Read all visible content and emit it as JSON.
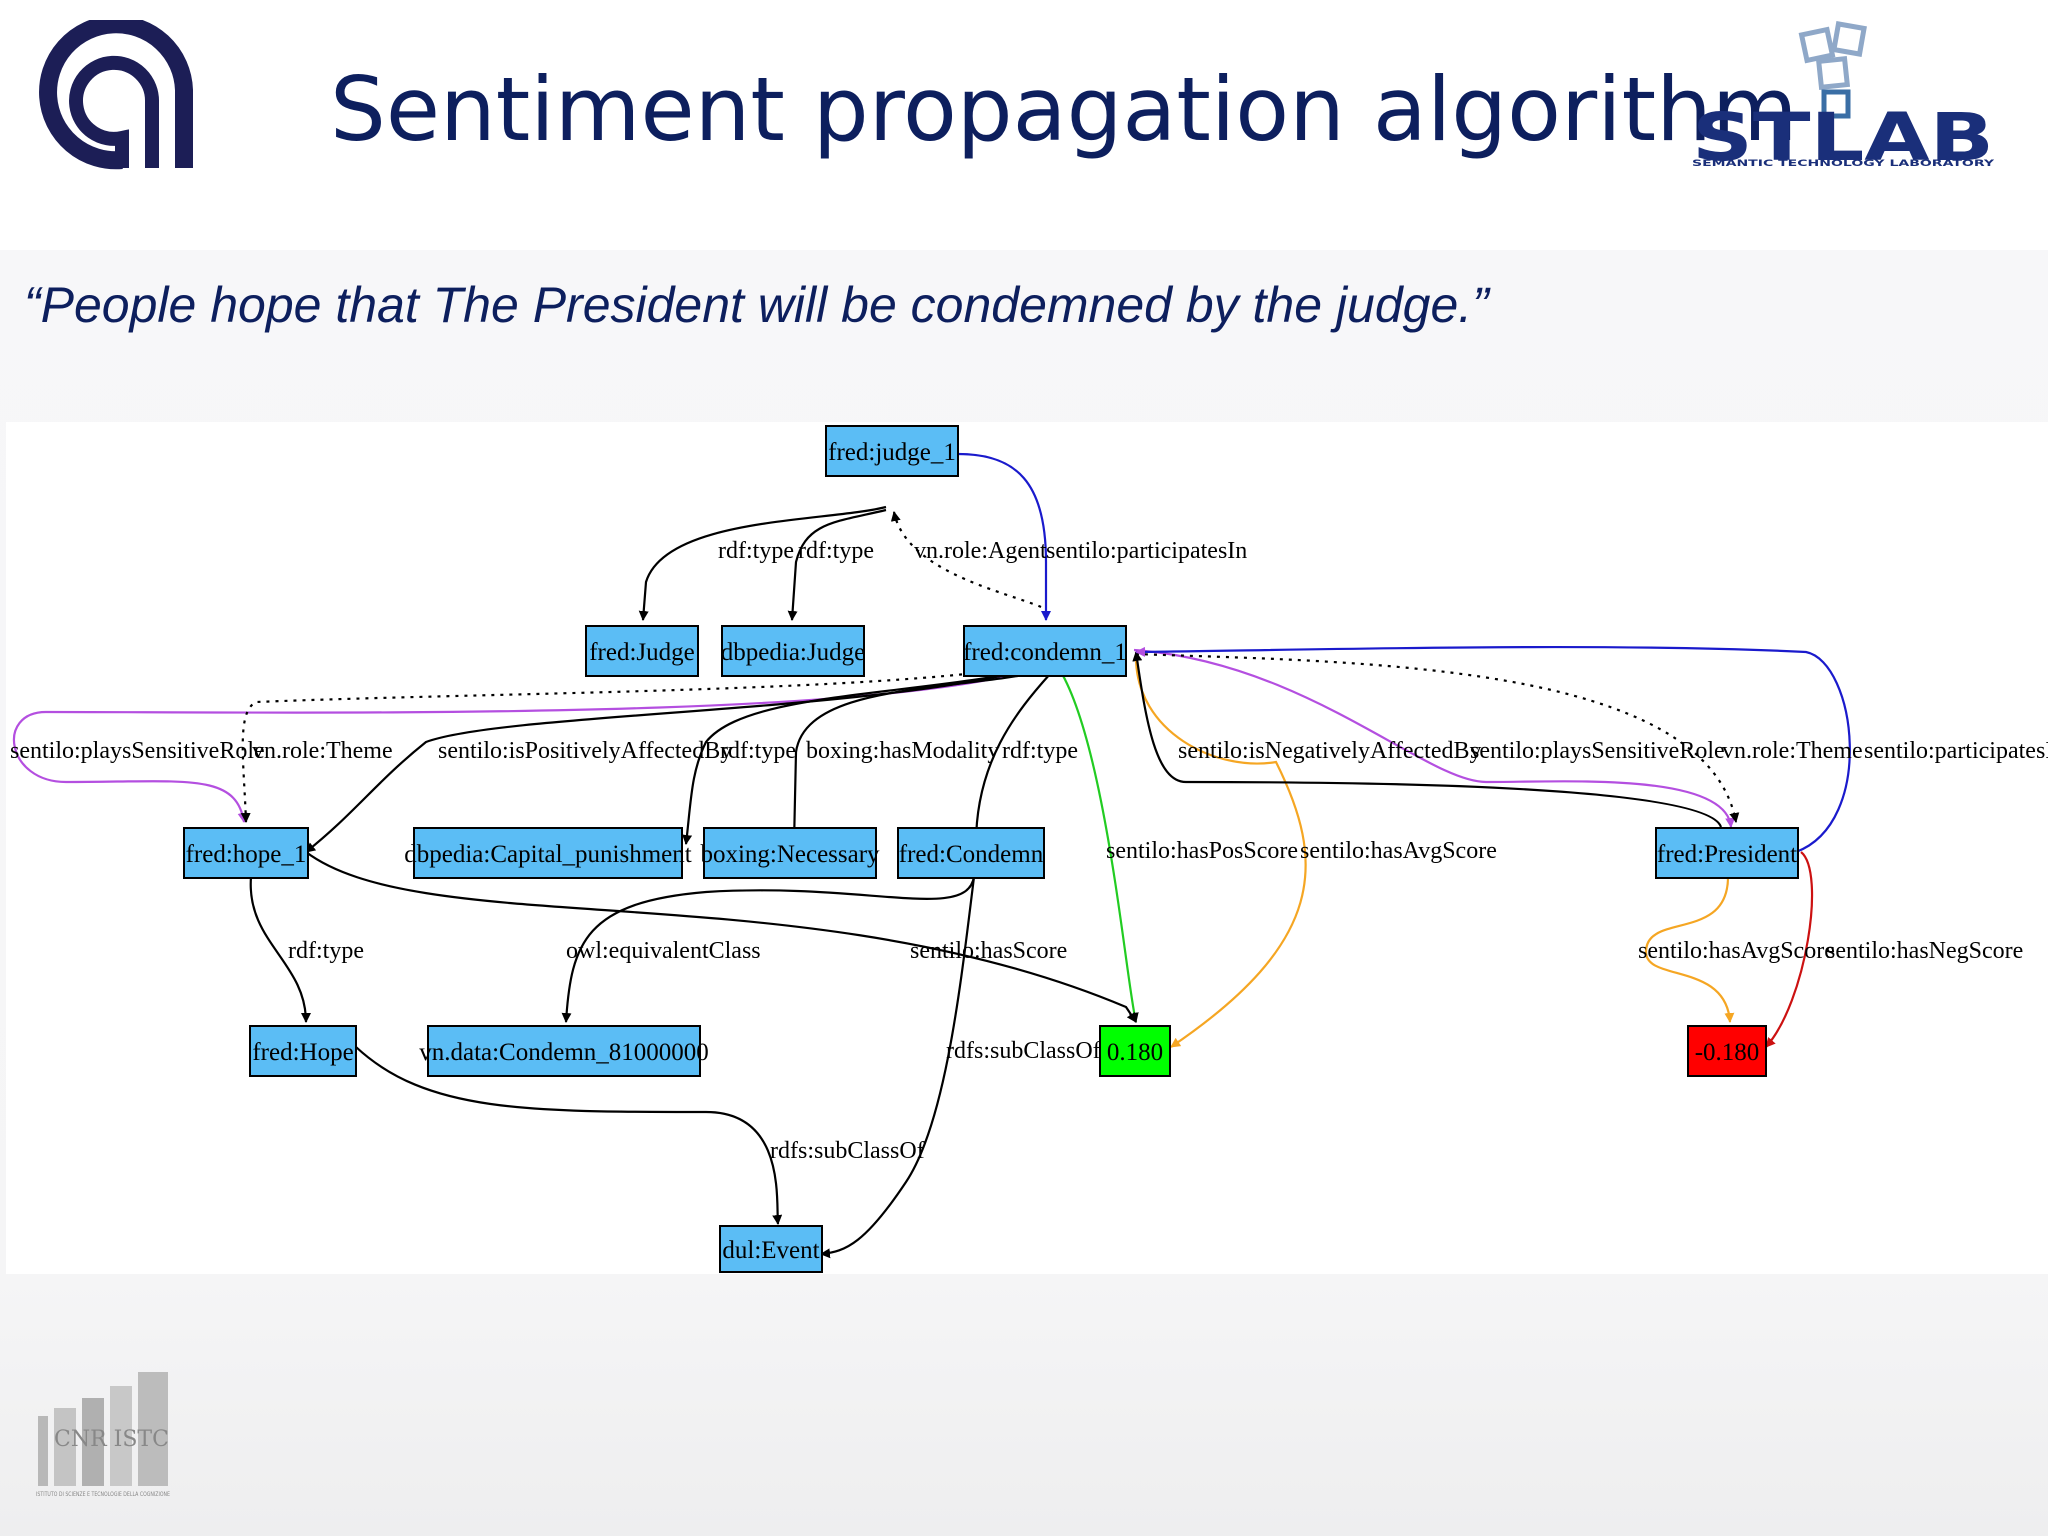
{
  "slide": {
    "title": "Sentiment propagation algorithm",
    "quote": "“People hope that The President will be condemned by the judge.”"
  },
  "logos": {
    "stlab_name": "STLAB",
    "stlab_subtitle": "SEMANTIC TECHNOLOGY LABORATORY",
    "istc_mark": "CNR ISTC",
    "istc_caption": "ISTITUTO DI SCIENZE E TECNOLOGIE DELLA COGNIZIONE"
  },
  "colors": {
    "node_fill": "#5bbdf5",
    "title": "#0d1f5e",
    "positive": "#00ff00",
    "negative": "#ff0000",
    "edge_purple": "#b44fe0",
    "edge_blue": "#1a1acc",
    "edge_orange": "#f5a623",
    "edge_green": "#22cc22",
    "edge_red": "#cc1111"
  },
  "graph": {
    "nodes": {
      "judge_1": "fred:judge_1",
      "judge": "fred:Judge",
      "dbpedia_judge": "dbpedia:Judge",
      "condemn_1": "fred:condemn_1",
      "hope_1": "fred:hope_1",
      "capital_punishment": "dbpedia:Capital_punishment",
      "necessary": "boxing:Necessary",
      "condemn": "fred:Condemn",
      "president": "fred:President",
      "hope": "fred:Hope",
      "vn_condemn": "vn.data:Condemn_81000000",
      "score_pos": "0.180",
      "score_neg": "-0.180",
      "event": "dul:Event"
    },
    "edge_labels": {
      "rdf_type_1": "rdf:type",
      "rdf_type_2": "rdf:type",
      "agent": "vn.role:Agent",
      "participates_1": "sentilo:participatesIn",
      "plays_role_1": "sentilo:playsSensitiveRole",
      "theme_1": "vn.role:Theme",
      "pos_affected": "sentilo:isPositivelyAffectedBy",
      "rdf_type_3": "rdf:type",
      "modality": "boxing:hasModality",
      "rdf_type_4": "rdf:type",
      "neg_affected": "sentilo:isNegativelyAffectedBy",
      "plays_role_2": "sentilo:playsSensitiveRole",
      "theme_2": "vn.role:Theme",
      "participates_2": "sentilo:participatesIn",
      "pos_score": "sentilo:hasPosScore",
      "avg_score_1": "sentilo:hasAvgScore",
      "rdf_type_5": "rdf:type",
      "equivalent": "owl:equivalentClass",
      "has_score": "sentilo:hasScore",
      "avg_score_2": "sentilo:hasAvgScore",
      "neg_score": "sentilo:hasNegScore",
      "subclass_1": "rdfs:subClassOf",
      "subclass_2": "rdfs:subClassOf"
    }
  }
}
